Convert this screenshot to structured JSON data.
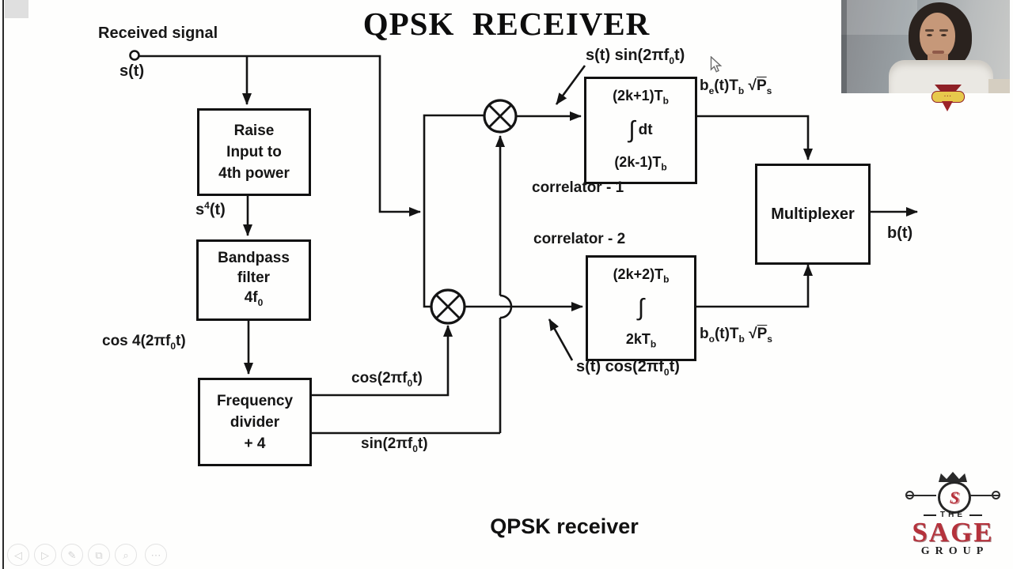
{
  "title": "QPSK  RECEIVER",
  "caption": "QPSK receiver",
  "colors": {
    "ink": "#141414",
    "logo_red": "#b5323c",
    "badge_yellow": "#e7c94c",
    "badge_red": "#9c2328"
  },
  "diagram": {
    "received_signal": "Received signal",
    "st": "s(t)",
    "s4": {
      "base": "s",
      "sup": "4",
      "post": "(t)"
    },
    "raise_box": {
      "l1": "Raise",
      "l2": "Input to",
      "l3": "4th power"
    },
    "bandpass_box": {
      "l1": "Bandpass",
      "l2": "filter",
      "f_base": "4f",
      "f_sub": "0"
    },
    "divider_box": {
      "l1": "Frequency",
      "l2": "divider",
      "l3": "+ 4"
    },
    "cos4": {
      "pre": "cos 4(2πf",
      "sub": "0",
      "post": "t)"
    },
    "cos": {
      "pre": "cos(2πf",
      "sub": "0",
      "post": "t)"
    },
    "sin": {
      "pre": "sin(2πf",
      "sub": "0",
      "post": "t)"
    },
    "st_sin": {
      "pre": "s(t) sin(2πf",
      "sub": "0",
      "post": "t)"
    },
    "st_cos": {
      "pre": "s(t) cos(2πf",
      "sub": "0",
      "post": "t)"
    },
    "corr1": {
      "label": "correlator - 1",
      "upper": "(2k+1)T",
      "upper_sub": "b",
      "integral": "∫",
      "integrand": "dt",
      "lower": "(2k-1)T",
      "lower_sub": "b"
    },
    "corr2": {
      "label": "correlator - 2",
      "upper": "(2k+2)T",
      "upper_sub": "b",
      "integral": "∫",
      "lower": "2kT",
      "lower_sub": "b"
    },
    "be": {
      "b": "b",
      "b_sub": "e",
      "mid": "(t)T",
      "t_sub": "b",
      "root": "√",
      "p": "P",
      "p_sub": "s"
    },
    "bo": {
      "b": "b",
      "b_sub": "o",
      "mid": "(t)T",
      "t_sub": "b",
      "root": "√",
      "p": "P",
      "p_sub": "s"
    },
    "mux": "Multiplexer",
    "bt": "b(t)"
  },
  "badge": {
    "text": "···"
  },
  "logo": {
    "monogram": "S",
    "the": "THE",
    "name": "SAGE",
    "group": "GROUP"
  },
  "controls": [
    {
      "name": "back",
      "glyph": "◁"
    },
    {
      "name": "forward",
      "glyph": "▷"
    },
    {
      "name": "pen",
      "glyph": "✎"
    },
    {
      "name": "pages",
      "glyph": "⧉"
    },
    {
      "name": "zoom",
      "glyph": "⌕"
    },
    {
      "name": "more",
      "glyph": "⋯"
    }
  ]
}
